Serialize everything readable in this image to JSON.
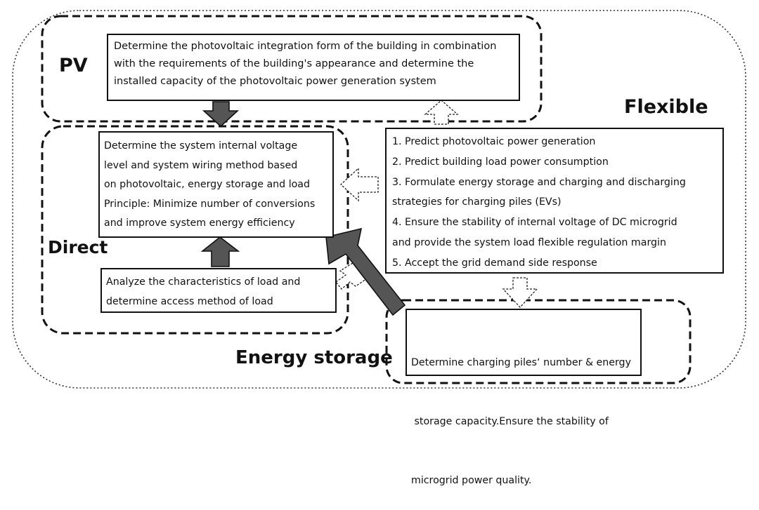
{
  "labels": {
    "pv": "PV",
    "flexible": "Flexible",
    "direct": "Direct",
    "energy_storage": "Energy storage"
  },
  "boxes": {
    "pv_box": [
      "Determine the photovoltaic integration form of the building in combination",
      "with the requirements of the building's appearance and determine the",
      "installed capacity of the photovoltaic power generation system"
    ],
    "direct_box": [
      "Determine the system internal voltage",
      "level and system wiring method based",
      "on photovoltaic, energy storage and load",
      "Principle: Minimize number of conversions",
      "and improve system energy efficiency"
    ],
    "load_box": [
      "Analyze the characteristics of  load and",
      "determine  access method of load"
    ],
    "flexible_box": [
      "1. Predict photovoltaic power generation",
      "2. Predict building load power consumption",
      "3. Formulate energy storage and charging and discharging",
      "strategies for charging piles (EVs)",
      "4. Ensure the stability of  internal voltage of  DC microgrid",
      "and provide the system load flexible regulation margin",
      "5. Accept the grid demand side response"
    ],
    "storage_box": [
      "Determine charging piles‘ number & energy",
      " storage capacity.Ensure the stability of",
      "microgrid power quality."
    ]
  },
  "colors": {
    "line": "#111111",
    "arrow_fill": "#555555",
    "background": "#ffffff"
  }
}
